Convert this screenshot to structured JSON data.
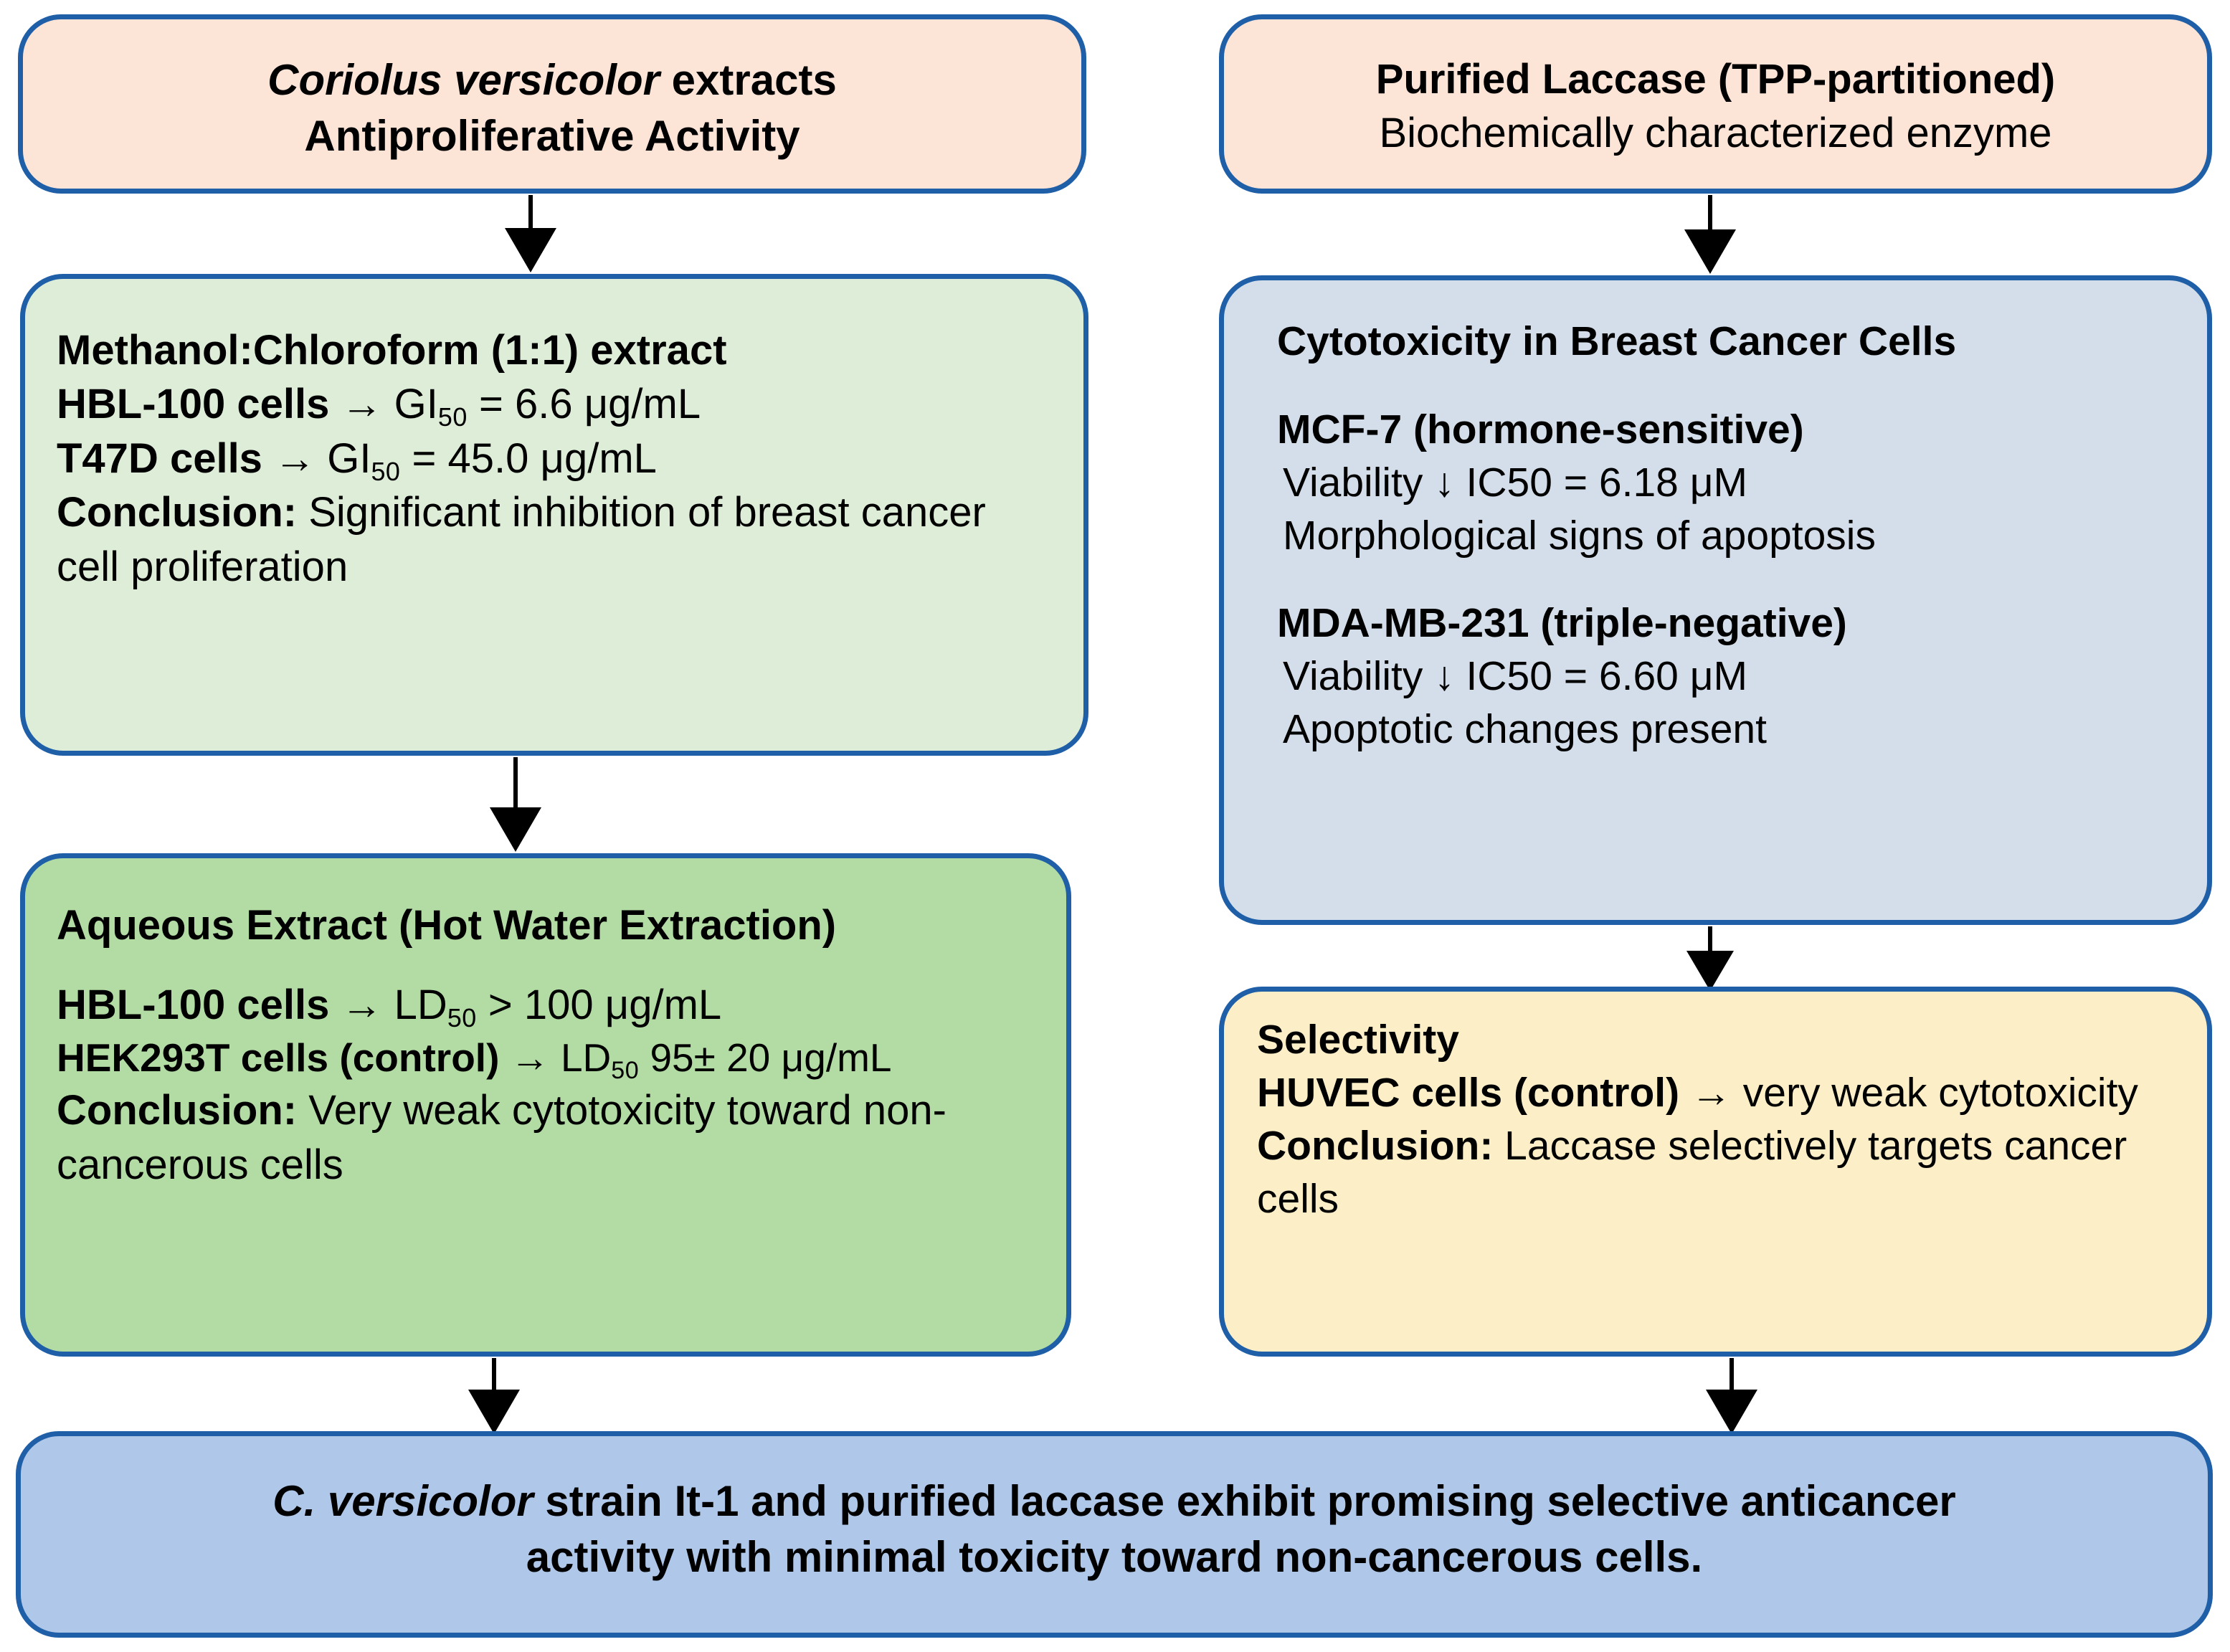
{
  "diagram": {
    "title": "Coriolus versicolor extracts and purified laccase anticancer activity flowchart",
    "colors": {
      "border": "#1F5FA8",
      "peach": "#FCE4D6",
      "green_light": "#DEEDD8",
      "green_mid": "#B3DCA5",
      "blue_grey": "#D3DEEA",
      "yellow": "#FCEFC7",
      "blue": "#AFC7E8",
      "arrow": "#000000"
    }
  },
  "left_column": {
    "header_box": {
      "line1_italic": "Coriolus versicolor",
      "line1_rest": " extracts",
      "line2": "Antiproliferative Activity"
    },
    "extract_box": {
      "title": "Methanol:Chloroform (1:1) extract",
      "row1_label": "HBL-100 cells",
      "row1_arrow": "→",
      "row1_metric": "GI",
      "row1_sub": "50",
      "row1_value": " = 6.6 μg/mL",
      "row2_label": "T47D cells",
      "row2_arrow": "→",
      "row2_metric": "GI",
      "row2_sub": "50",
      "row2_value": " = 45.0 μg/mL",
      "conclusion_label": "Conclusion:",
      "conclusion_text": " Significant inhibition of breast cancer cell proliferation"
    },
    "aqueous_box": {
      "title": "Aqueous Extract (Hot Water Extraction)",
      "row1_label": "HBL-100 cells",
      "row1_arrow": "→",
      "row1_metric": "LD",
      "row1_sub": "50",
      "row1_value": " > 100 μg/mL",
      "row2_label": "HEK293T cells (control)",
      "row2_arrow": "→",
      "row2_metric": "LD",
      "row2_sub": "50",
      "row2_value": " 95± 20 μg/mL",
      "conclusion_label": "Conclusion:",
      "conclusion_text": " Very weak cytotoxicity toward non-cancerous cells"
    }
  },
  "right_column": {
    "header_box": {
      "line1": "Purified Laccase (TPP-partitioned)",
      "line2": "Biochemically characterized enzyme"
    },
    "cytotoxicity_box": {
      "title": "Cytotoxicity in Breast Cancer Cells",
      "cellline1_name": "MCF-7 (hormone-sensitive)",
      "cellline1_viability": "Viability ↓  IC50 = 6.18 μM",
      "cellline1_note": "Morphological signs of apoptosis",
      "cellline2_name": "MDA-MB-231 (triple-negative)",
      "cellline2_viability": "Viability ↓ IC50 = 6.60 μM",
      "cellline2_note": "Apoptotic changes present"
    },
    "selectivity_box": {
      "title": "Selectivity",
      "row1_label": "HUVEC cells (control)",
      "row1_arrow": "→",
      "row1_text": " very weak cytotoxicity",
      "conclusion_label": "Conclusion:",
      "conclusion_text": " Laccase selectively targets cancer cells"
    }
  },
  "bottom_box": {
    "line1_italic": "C. versicolor",
    "line1_rest": " strain It-1 and purified laccase exhibit promising selective anticancer",
    "line2": "activity with minimal toxicity toward non-cancerous cells."
  },
  "arrows": {
    "a1_label": "arrow-extracts-to-methanol",
    "a2_label": "arrow-methanol-to-aqueous",
    "a3_label": "arrow-laccase-to-cytotoxicity",
    "a4_label": "arrow-cytotoxicity-to-selectivity",
    "a5_label": "arrow-aqueous-to-conclusion",
    "a6_label": "arrow-selectivity-to-conclusion"
  }
}
